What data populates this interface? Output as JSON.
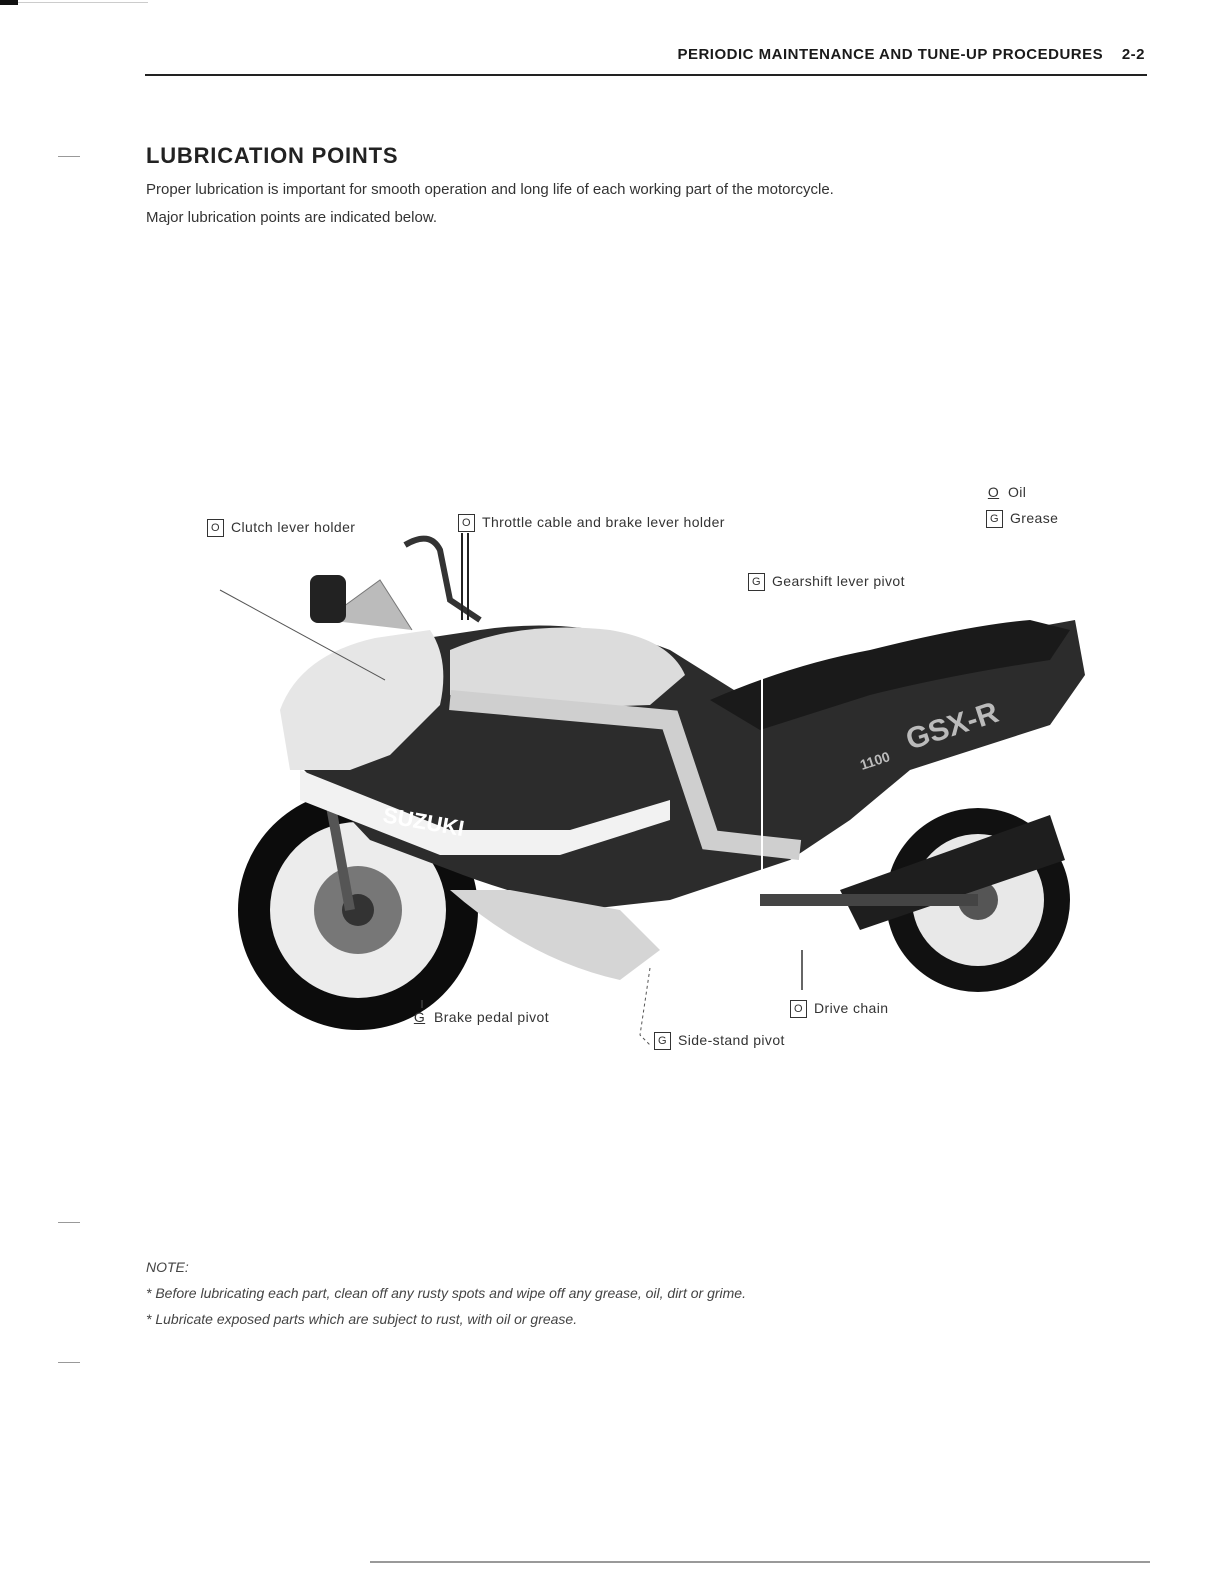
{
  "header": {
    "title": "PERIODIC MAINTENANCE AND TUNE-UP PROCEDURES",
    "page_number": "2-2"
  },
  "section": {
    "title": "LUBRICATION POINTS",
    "intro_line1": "Proper lubrication is important for smooth operation and long life of each working part of the motorcycle.",
    "intro_line2": "Major lubrication points are indicated below."
  },
  "figure": {
    "legend": {
      "oil_symbol": "O",
      "oil_label": "Oil",
      "grease_symbol": "G",
      "grease_label": "Grease"
    },
    "labels": {
      "clutch_symbol": "O",
      "clutch": "Clutch lever holder",
      "throttle_symbol": "O",
      "throttle": "Throttle cable and brake lever holder",
      "gearshift_symbol": "G",
      "gearshift": "Gearshift lever pivot",
      "brake_pedal_symbol": "G",
      "brake_pedal": "Brake pedal pivot",
      "drive_chain_symbol": "O",
      "drive_chain": "Drive chain",
      "side_stand_symbol": "G",
      "side_stand": "Side-stand pivot"
    },
    "bike_text": {
      "brand": "SUZUKI",
      "model": "GSX-R",
      "displacement": "1100"
    }
  },
  "note": {
    "title": "NOTE:",
    "items": [
      "* Before lubricating each part, clean off any rusty spots and wipe off any grease, oil, dirt or grime.",
      "* Lubricate exposed parts which are subject to rust, with oil or grease."
    ]
  }
}
